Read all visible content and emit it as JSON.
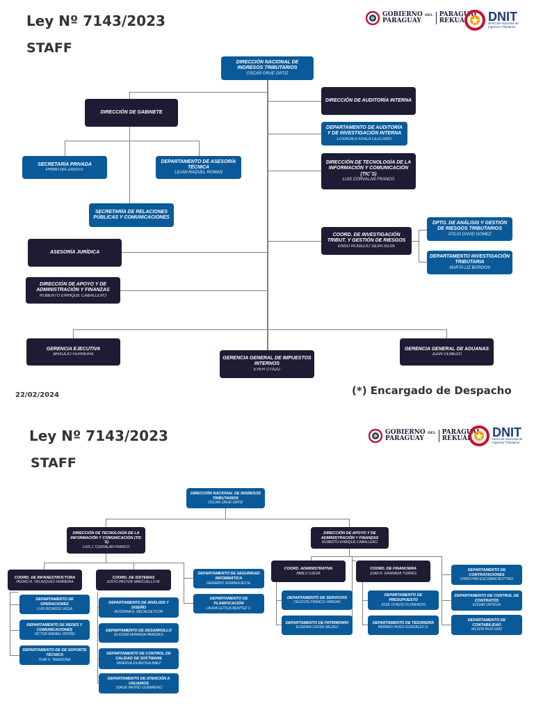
{
  "header": {
    "law": "Ley Nº 7143/2023",
    "staff": "STAFF",
    "gov_line1": "GOBIERNO",
    "gov_del": "DEL",
    "gov_line2": "PARAGUAY",
    "paraguai": "PARAGUÁI",
    "rekuai": "REKUÁI",
    "dnit": "DNIT",
    "dnit_sub1": "Dirección Nacional de",
    "dnit_sub2": "Ingresos Tributarios"
  },
  "slide1": {
    "date": "22/02/2024",
    "note": "(*) Encargado de Despacho",
    "top": {
      "title": "DIRECCIÓN NACIONAL DE INGRESOS TRIBUTARIOS",
      "name": "ÓSCAR ORUÉ ORTIZ"
    },
    "gabinete": {
      "title": "DIRECCIÓN DE GABINETE"
    },
    "sec_privada": {
      "title": "SECRETARÍA PRIVADA",
      "name": "PRIMITIVA ZARATE"
    },
    "asesoria_tecnica": {
      "title": "DEPARTAMENTO DE ASESORÍA TÉCNICA",
      "name": "LILIAN RAQUEL ROMÁN"
    },
    "relaciones": {
      "title": "SECRETARÍA DE RELACIONES PÚBLICAS Y COMUNICACIONES"
    },
    "juridica": {
      "title": "ASESORÍA JURÍDICA"
    },
    "apoyo": {
      "title": "DIRECCIÓN DE APOYO Y DE ADMINISTRACIÓN Y FINANZAS",
      "name": "ROBERTO ENRIQUE CABALLERO"
    },
    "auditoria": {
      "title": "DIRECCIÓN DE AUDITORÍA INTERNA"
    },
    "dep_auditoria": {
      "title": "DEPARTAMENTO DE AUDITORÍA Y DE INVESTIGACIÓN INTERNA",
      "name": "LOURDES AYALA LEZCANO"
    },
    "tics": {
      "title": "DIRECCIÓN DE TECNOLOGÍA DE LA INFORMACIÓN Y COMUNICACIÓN (TIC´S)",
      "name": "LUIS CORVALÁN FRANCO"
    },
    "coord_inv": {
      "title": "COORD. DE INVESTIGACIÓN TRIBUT. Y GESTIÓN DE RIESGOS",
      "name": "ENSO ROGELIO SILVA SILVA"
    },
    "dpto_analisis": {
      "title": "DPTO. DE ANÁLISIS Y GESTIÓN DE RIESGOS TRIBUTARIOS",
      "name": "ATILIO DAVID GÓMEZ"
    },
    "dpto_inv": {
      "title": "DEPARTAMENTO INVESTIGACIÓN TRIBUTARIA",
      "name": "MARTA LIZ BORDÓN"
    },
    "ger_ejecutiva": {
      "title": "GERENCIA EJECUTIVA",
      "name": "BRAULIO FERREIRA"
    },
    "ger_impuestos": {
      "title": "GERENCIA GENERAL DE IMPUESTOS INTERNOS",
      "name": "EVER OTAZU"
    },
    "ger_aduanas": {
      "title": "GERENCIA GENERAL DE ADUANAS",
      "name": "JUAN OLMEDO"
    }
  },
  "slide2": {
    "top": {
      "title": "DIRECCIÓN NACIONAL DE INGRESOS TRIBUTARIOS",
      "name": "ÓSCAR ORUÉ ORTIZ"
    },
    "tics": {
      "title": "DIRECCIÓN DE TECNOLOGÍA DE LA INFORMACIÓN Y COMUNICACIÓN (TIC´S)",
      "name": "LUIS J. CORVALÁN FRANCO"
    },
    "apoyo": {
      "title": "DIRECCIÓN DE APOYO Y DE ADMINISTRACIÓN Y FINANZAS",
      "name": "ROBERTO ENRIQUE CABALLERO"
    },
    "coord_infra": {
      "title": "COORD. DE INFRAESTRUCTURA",
      "name": "PEDRO R. VELAZQUEZ FERREIRA"
    },
    "coord_sistemas": {
      "title": "COORD. DE SISTEMAS",
      "name": "JUSTO PASTOR MANCUELLO M."
    },
    "seguridad": {
      "title": "DEPARTAMENTO DE SEGURIDAD INFORMÁTICA",
      "name": "GERARDO DOMINGUEZ M."
    },
    "planificacion": {
      "title": "DEPARTAMENTO DE PLANIFICACIÓN",
      "name": "LAURA LETICIA BENÍTEZ C."
    },
    "operaciones": {
      "title": "DEPARTAMENTO DE OPERACIONES",
      "name": "LUIS RICARDO VEGA"
    },
    "redes": {
      "title": "DEPARTAMENTO DE REDES Y COMUNICACIONES",
      "name": "VICTOR RAFAEL PATIÑO"
    },
    "soporte": {
      "title": "DEPARTAMENTO DE DE SOPORTE TÉCNICO",
      "name": "YURI V. TARAZONA"
    },
    "analisis": {
      "title": "DEPARTAMENTO DE ANÁLISIS Y DISEÑO",
      "name": "ROSSANA E. RECALDE FLOR"
    },
    "desarrollo": {
      "title": "DEPARTAMENTO DE DESARROLLO",
      "name": "ELICENA MIRANDA PAREDES"
    },
    "calidad": {
      "title": "DEPARTAMENTO DE CONTROL DE CALIDAD DE SOFTWARE",
      "name": "MINERVA FILÁRTIGA BAEZ"
    },
    "atencion": {
      "title": "DEPARTAMENTO DE ATENCIÓN A USUARIOS",
      "name": "JORGE PATIÑO GUERRERO"
    },
    "coord_admin": {
      "title": "COORD. ADMINISTRATIVA",
      "name": "PABLO OJEDA"
    },
    "coord_fin": {
      "title": "COORD. DE FINANCIERA",
      "name": "JUAN R. GRANADA TORRES"
    },
    "servicios": {
      "title": "DEPARTAMENTO DE SERVICIOS",
      "name": "CELESTE FRANCO VARGAS"
    },
    "patrimonio": {
      "title": "DEPARTAMENTO DE PATRIMONIO",
      "name": "EUGENIA CASSA VALDEZ"
    },
    "presupuesto": {
      "title": "DEPARTAMENTO DE PRESUPUESTO",
      "name": "JOSÉ OVIEDO FLORENCIO"
    },
    "tesoreria": {
      "title": "DEPARTAMENTO DE TESORERÍA",
      "name": "HERMES HUGO GONZALEZ O."
    },
    "contrataciones": {
      "title": "DEPARTAMENTO DE CONTRATACIONES",
      "name": "CHRISTIAN ESCOBAR BOTTINO"
    },
    "control_contratos": {
      "title": "DEPARTAMENTO DE CONTROL DE CONTRATOS",
      "name": "EDGAR ORTEGA"
    },
    "contabilidad": {
      "title": "DEPARTAMENTO DE CONTABILIDAD",
      "name": "NILSON RUIZ DIAZ"
    }
  },
  "colors": {
    "dark": "#1e1b33",
    "blue": "#0a5a99",
    "line": "#7f7f7f",
    "dnit_red": "#c8102e"
  }
}
